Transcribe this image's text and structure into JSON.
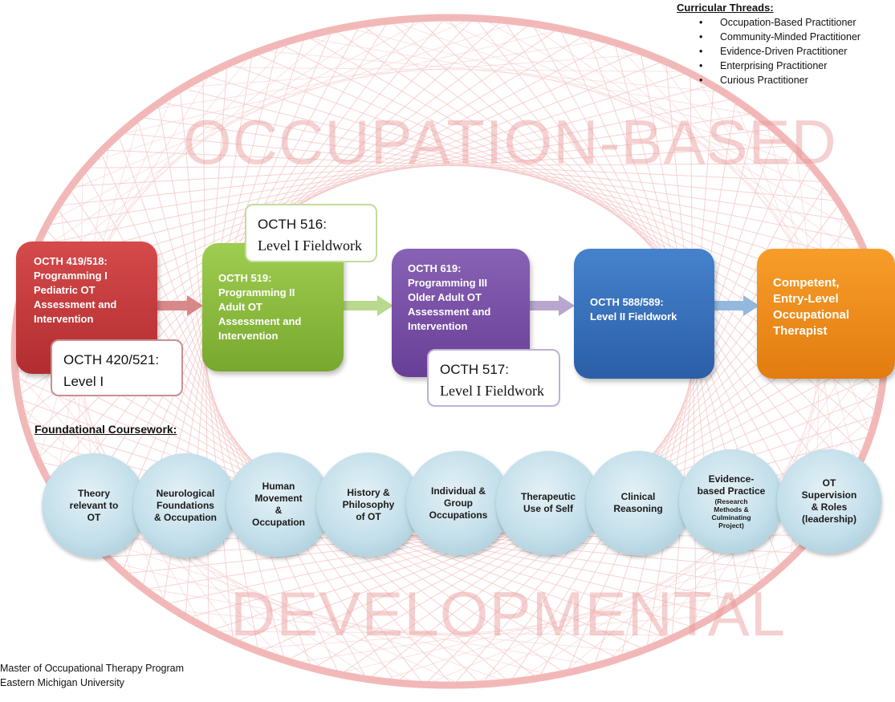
{
  "watermarks": {
    "top": "OCCUPATION-BASED",
    "bottom": "DEVELOPMENTAL"
  },
  "threads": {
    "title": "Curricular Threads:",
    "items": [
      "Occupation-Based Practitioner",
      "Community-Minded Practitioner",
      "Evidence-Driven Practitioner",
      "Enterprising Practitioner",
      "Curious Practitioner"
    ]
  },
  "flow": {
    "box1": {
      "lines": [
        "OCTH 419/518:",
        "Programming I",
        "Pediatric OT",
        "Assessment and",
        "Intervention"
      ],
      "color": "#c0393b"
    },
    "box2": {
      "lines": [
        "OCTH 519:",
        "Programming II",
        "Adult OT",
        "Assessment and",
        "Intervention"
      ],
      "color": "#8cbe3d"
    },
    "box3": {
      "lines": [
        "OCTH 619:",
        "Programming III",
        "Older Adult OT",
        "Assessment and",
        "Intervention"
      ],
      "color": "#7650a3"
    },
    "box4": {
      "lines": [
        "OCTH 588/589:",
        "Level II Fieldwork"
      ],
      "color": "#3671bd"
    },
    "box5": {
      "lines": [
        "Competent,",
        "Entry-Level",
        "Occupational",
        "Therapist"
      ],
      "color": "#f08c1c"
    },
    "fw1": {
      "lines": [
        "OCTH 420/521:",
        "Level I"
      ]
    },
    "fw2": {
      "lines": [
        "OCTH 516:",
        "Level I Fieldwork"
      ]
    },
    "fw3": {
      "lines": [
        "OCTH 517:",
        "Level I Fieldwork"
      ]
    }
  },
  "foundational": {
    "title": "Foundational Coursework:",
    "items": [
      {
        "lines": [
          "Theory",
          "relevant to",
          "OT"
        ]
      },
      {
        "lines": [
          "Neurological",
          "Foundations",
          "& Occupation"
        ]
      },
      {
        "lines": [
          "Human",
          "Movement",
          "&",
          "Occupation"
        ]
      },
      {
        "lines": [
          "History &",
          "Philosophy",
          "of OT"
        ]
      },
      {
        "lines": [
          "Individual &",
          "Group",
          "Occupations"
        ]
      },
      {
        "lines": [
          "Therapeutic",
          "Use of Self"
        ]
      },
      {
        "lines": [
          "Clinical",
          "Reasoning"
        ]
      },
      {
        "lines": [
          "Evidence-",
          "based Practice"
        ],
        "small": [
          "(Research",
          "Methods &",
          "Culminating",
          "Project)"
        ]
      },
      {
        "lines": [
          "OT",
          "Supervision",
          "& Roles",
          "(leadership)"
        ]
      }
    ]
  },
  "footer": {
    "line1": "Master of Occupational Therapy Program",
    "line2": "Eastern Michigan University"
  }
}
